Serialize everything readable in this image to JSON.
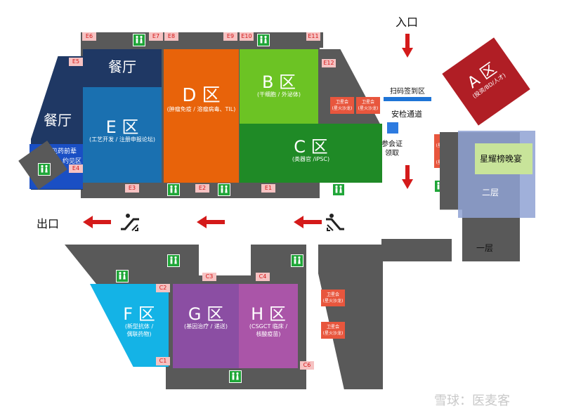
{
  "entrance": {
    "label": "入口"
  },
  "exit": {
    "label": "出口"
  },
  "checkin": {
    "label": "扫码签到区"
  },
  "security": {
    "label": "安检通道"
  },
  "badge": {
    "line1": "参会证",
    "line2": "领取"
  },
  "zones": {
    "A": {
      "title": "A 区",
      "desc": "(投资/BD/人才)"
    },
    "B": {
      "title": "B 区",
      "desc": "(干细胞 / 外泌体)"
    },
    "C": {
      "title": "C 区",
      "desc": "(类器官 /iPSC)"
    },
    "D": {
      "title": "D 区",
      "desc": "(肿瘤免疫 / 溶瘤病毒、TIL)"
    },
    "E": {
      "title": "E 区",
      "desc": "(工艺开发 / 注册申报论坛)"
    },
    "F": {
      "title": "F 区",
      "desc1": "(新型抗体 /",
      "desc2": "偶联药物)"
    },
    "G": {
      "title": "G 区",
      "desc": "(基因治疗 / 递送)"
    },
    "H": {
      "title": "H 区",
      "desc1": "(CSGCT 临床 /",
      "desc2": "核酸疫苗)"
    }
  },
  "restaurant": {
    "label": "餐厅"
  },
  "meet": {
    "line1": "遇见药前辈",
    "line2": "1 对 1 约见区"
  },
  "gala": {
    "label": "星耀榜晚宴"
  },
  "floor2": {
    "label": "二层"
  },
  "floor1": {
    "label": "一层"
  },
  "booth": {
    "line1": "卫星会",
    "line2": "(星火沙龙)"
  },
  "doors": {
    "E1": "E1",
    "E2": "E2",
    "E3": "E3",
    "E4": "E4",
    "E5": "E5",
    "E6": "E6",
    "E7": "E7",
    "E8": "E8",
    "E9": "E9",
    "E10": "E10",
    "E11": "E11",
    "E12": "E12",
    "C1": "C1",
    "C2": "C2",
    "C3": "C3",
    "C4": "C4",
    "C6": "C6"
  },
  "watermark": {
    "brand": "雪球",
    "sep": "：",
    "name": "医麦客"
  },
  "colors": {
    "navy": "#1f3864",
    "blueE": "#1a70b0",
    "orangeD": "#e8630a",
    "greenB": "#6cc324",
    "greenC": "#1f8a26",
    "cyanF": "#14b3e6",
    "purpleG": "#8b4ea3",
    "purpleH": "#aa55a8",
    "redA": "#b01e25",
    "gray": "#595959",
    "arrow": "#d41a1a"
  }
}
